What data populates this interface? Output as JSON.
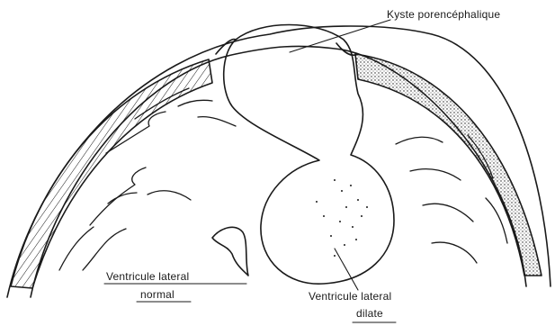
{
  "labels": {
    "kyste": "Kyste porencéphalique",
    "ventricule_normal_line1": "Ventricule lateral",
    "ventricule_normal_line2": "normal",
    "ventricule_dilate_line1": "Ventricule lateral",
    "ventricule_dilate_line2": "dilate"
  },
  "colors": {
    "ink": "#1a1a1a",
    "background": "#ffffff"
  }
}
